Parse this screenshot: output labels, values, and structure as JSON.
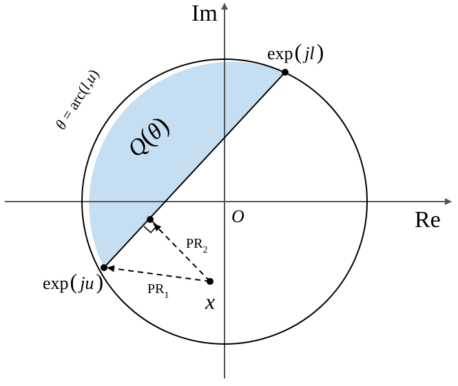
{
  "axes": {
    "im_label": "Im",
    "re_label": "Re",
    "origin_label": "O"
  },
  "labels": {
    "exp_jl": {
      "fn": "exp",
      "open": "(",
      "arg": "jl",
      "close": ")"
    },
    "exp_ju": {
      "fn": "exp",
      "open": "(",
      "arg": "ju",
      "close": ")"
    },
    "region": {
      "sym": "Q",
      "open": "(",
      "arg": "θ",
      "close": ")"
    },
    "arc": {
      "theta": "θ",
      "eq": " = arc(",
      "l": "l",
      "comma": ",",
      "u": "u",
      "close": ")"
    },
    "pr1": {
      "main": "PR",
      "sub": "1"
    },
    "pr2": {
      "main": "PR",
      "sub": "2"
    },
    "x": "x"
  },
  "colors": {
    "region_fill": "#c5def1",
    "stroke": "#000000",
    "axis": "#555555"
  }
}
